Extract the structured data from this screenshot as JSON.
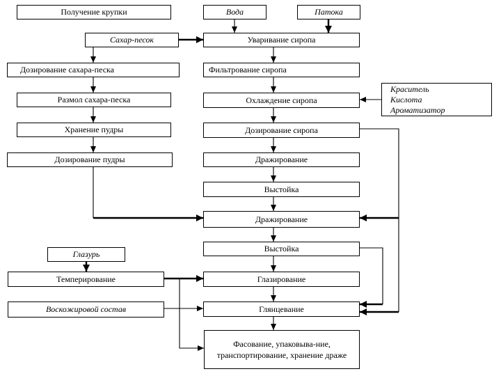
{
  "diagram": {
    "title": "Dragee production flowchart (Russian)",
    "colors": {
      "line": "#000000",
      "box_border": "#000000",
      "background": "#ffffff",
      "text": "#000000"
    },
    "nodes": {
      "poluchenie_krupki": {
        "label": "Получение крупки"
      },
      "sahar_pesok": {
        "label": "Сахар-песок"
      },
      "doz_sahara": {
        "label": "Дозирование сахара-песка"
      },
      "razmol": {
        "label": "Размол сахара-песка"
      },
      "hranenie_pudry": {
        "label": "Хранение пудры"
      },
      "doz_pudry": {
        "label": "Дозирование пудры"
      },
      "glazur": {
        "label": "Глазурь"
      },
      "temperirovanie": {
        "label": "Темперирование"
      },
      "voskozhirovoy": {
        "label": "Воскожировой состав"
      },
      "voda": {
        "label": "Вода"
      },
      "patoka": {
        "label": "Патока"
      },
      "uvarivanie": {
        "label": "Уваривание сиропа"
      },
      "filtrovanie": {
        "label": "Фильтрование сиропа"
      },
      "ohlazhdenie": {
        "label": "Охлаждение сиропа"
      },
      "doz_siropa": {
        "label": "Дозирование сиропа"
      },
      "drazhirovanie1": {
        "label": "Дражирование"
      },
      "vystoyka1": {
        "label": "Выстойка"
      },
      "drazhirovanie2": {
        "label": "Дражирование"
      },
      "vystoyka2": {
        "label": "Выстойка"
      },
      "glazirovanie": {
        "label": "Глазирование"
      },
      "glyantsevanie": {
        "label": "Глянцевание"
      },
      "fasovanie": {
        "line1": "Фасование, упаковыва-ние,",
        "line2": "транспортирование, хранение драже"
      },
      "additives": {
        "line1": "Краситель",
        "line2": "Кислота",
        "line3": "Ароматизатор"
      }
    }
  }
}
